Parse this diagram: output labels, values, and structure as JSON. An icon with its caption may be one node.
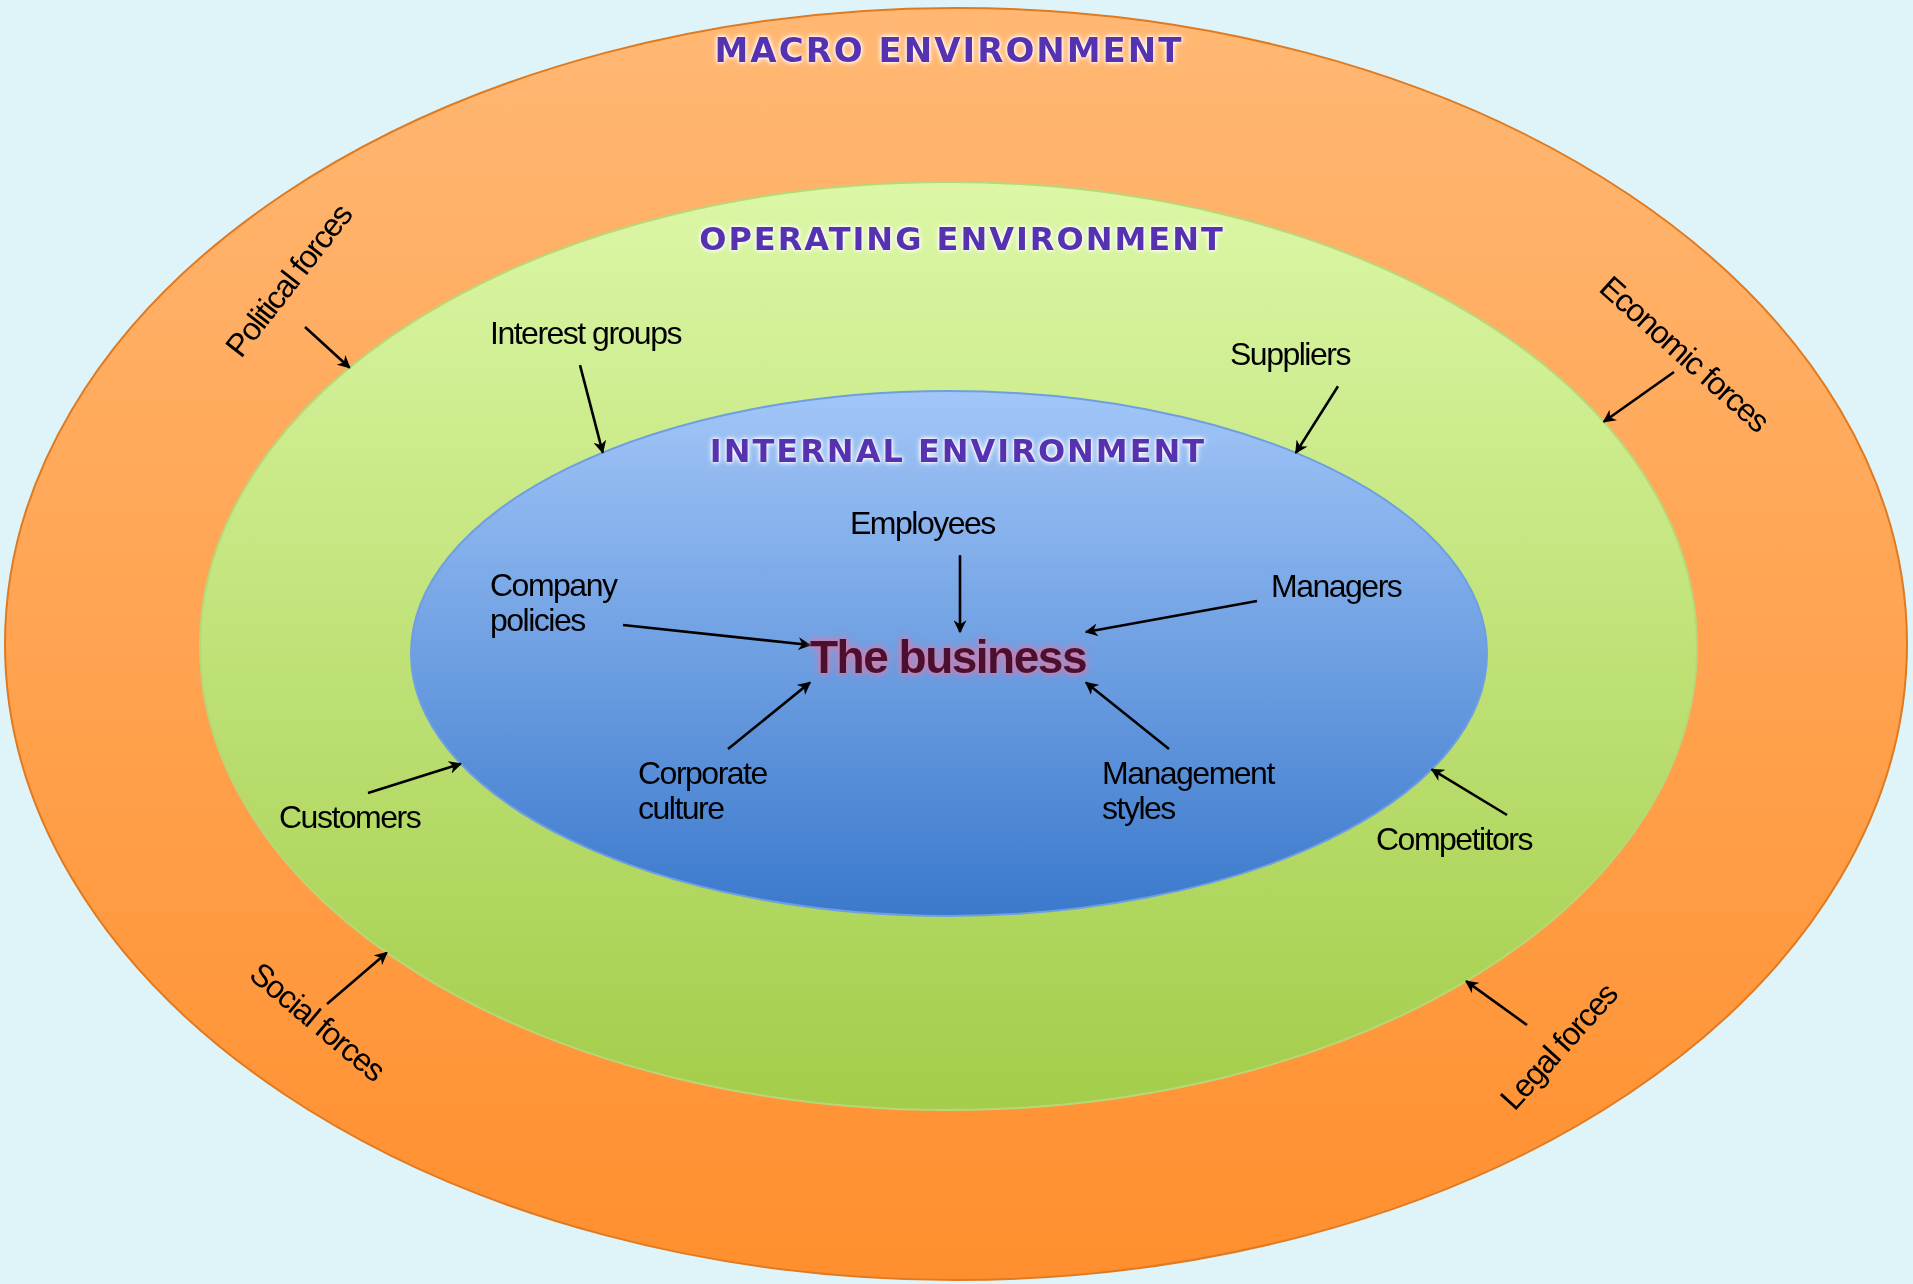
{
  "diagram": {
    "nodes": [
      {
        "text": [
          "MACRO ENVIRONMENT"
        ]
      },
      {
        "text": [
          "OPERATING ENVIRONMENT"
        ],
        "in": 0
      },
      {
        "text": [
          "INTERNAL ENVIRONMENT"
        ],
        "in": 1
      },
      {
        "text": [
          "The business"
        ],
        "in": 2
      },
      {
        "text": [
          "Political forces"
        ],
        "in": 0
      },
      {
        "text": [
          "Economic forces"
        ],
        "in": 0
      },
      {
        "text": [
          "Social forces"
        ],
        "in": 0
      },
      {
        "text": [
          "Legal forces"
        ],
        "in": 0
      },
      {
        "text": [
          "Interest groups"
        ],
        "in": 1
      },
      {
        "text": [
          "Suppliers"
        ],
        "in": 1
      },
      {
        "text": [
          "Customers"
        ],
        "in": 1
      },
      {
        "text": [
          "Competitors"
        ],
        "in": 1
      },
      {
        "text": [
          "Employees"
        ],
        "in": 2
      },
      {
        "text": [
          "Company policies"
        ],
        "in": 2
      },
      {
        "text": [
          "Managers"
        ],
        "in": 2
      },
      {
        "text": [
          "Corporate culture"
        ],
        "in": 2
      },
      {
        "text": [
          "Management styles"
        ],
        "in": 2
      }
    ],
    "edges": [
      {
        "from": 4,
        "to": 1,
        "arrow": "to"
      },
      {
        "from": 5,
        "to": 1,
        "arrow": "to"
      },
      {
        "from": 6,
        "to": 1,
        "arrow": "to"
      },
      {
        "from": 7,
        "to": 1,
        "arrow": "to"
      },
      {
        "from": 8,
        "to": 2,
        "arrow": "to"
      },
      {
        "from": 9,
        "to": 2,
        "arrow": "to"
      },
      {
        "from": 10,
        "to": 2,
        "arrow": "to"
      },
      {
        "from": 11,
        "to": 2,
        "arrow": "to"
      },
      {
        "from": 12,
        "to": 3,
        "arrow": "to"
      },
      {
        "from": 13,
        "to": 3,
        "arrow": "to"
      },
      {
        "from": 14,
        "to": 3,
        "arrow": "to"
      },
      {
        "from": 15,
        "to": 3,
        "arrow": "to"
      },
      {
        "from": 16,
        "to": 3,
        "arrow": "to"
      }
    ]
  }
}
